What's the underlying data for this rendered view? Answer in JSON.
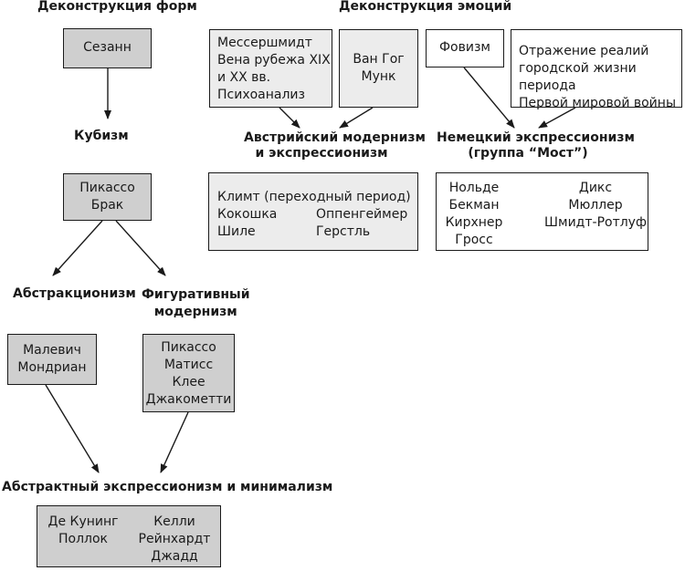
{
  "headers": {
    "forms": "Деконструкция форм",
    "emotions": "Деконструкция эмоций"
  },
  "left": {
    "cezanne": "Сезанн",
    "cubism": "Кубизм",
    "picasso_braque": [
      "Пикассо",
      "Брак"
    ],
    "abstractionism": "Абстракционизм",
    "figurative": [
      "Фигуративный",
      "модернизм"
    ],
    "malevich_mondrian": [
      "Малевич",
      "Мондриан"
    ],
    "figurative_artists": [
      "Пикассо",
      "Матисс",
      "Клее",
      "Джакометти"
    ],
    "abstract_expr": "Абстрактный экспрессионизм и минимализм",
    "abstract_artists_col1": [
      "Де Кунинг",
      "Поллок"
    ],
    "abstract_artists_col2": [
      "Келли",
      "Рейнхардт",
      "Джадд"
    ]
  },
  "right": {
    "messerschmidt": [
      "Мессершмидт",
      "Вена рубежа XIX",
      "и XX вв.",
      "Психоанализ"
    ],
    "van_gogh": [
      "Ван Гог",
      "Мунк"
    ],
    "fauvism": "Фовизм",
    "reflection": [
      "Отражение реалий",
      "городской жизни периода",
      "Первой мировой войны"
    ],
    "austrian": [
      "Австрийский модернизм",
      "и экспрессионизм"
    ],
    "german": [
      "Немецкий экспрессионизм",
      "(группа “Мост”)"
    ],
    "austrian_artists": {
      "klimt": "Климт (переходный период)",
      "kokoschka": "Кокошка",
      "schiele": "Шиле",
      "oppenheimer": "Оппенгеймер",
      "gerstl": "Герстль"
    },
    "german_artists_col1": [
      "Нольде",
      "Бекман",
      "Кирхнер",
      "Гросс"
    ],
    "german_artists_col2": [
      "Дикс",
      "Мюллер",
      "Шмидт-Ротлуф"
    ]
  },
  "colors": {
    "dark_box": "#cfcfcf",
    "light_box": "#ececec",
    "line": "#1a1a1a"
  }
}
